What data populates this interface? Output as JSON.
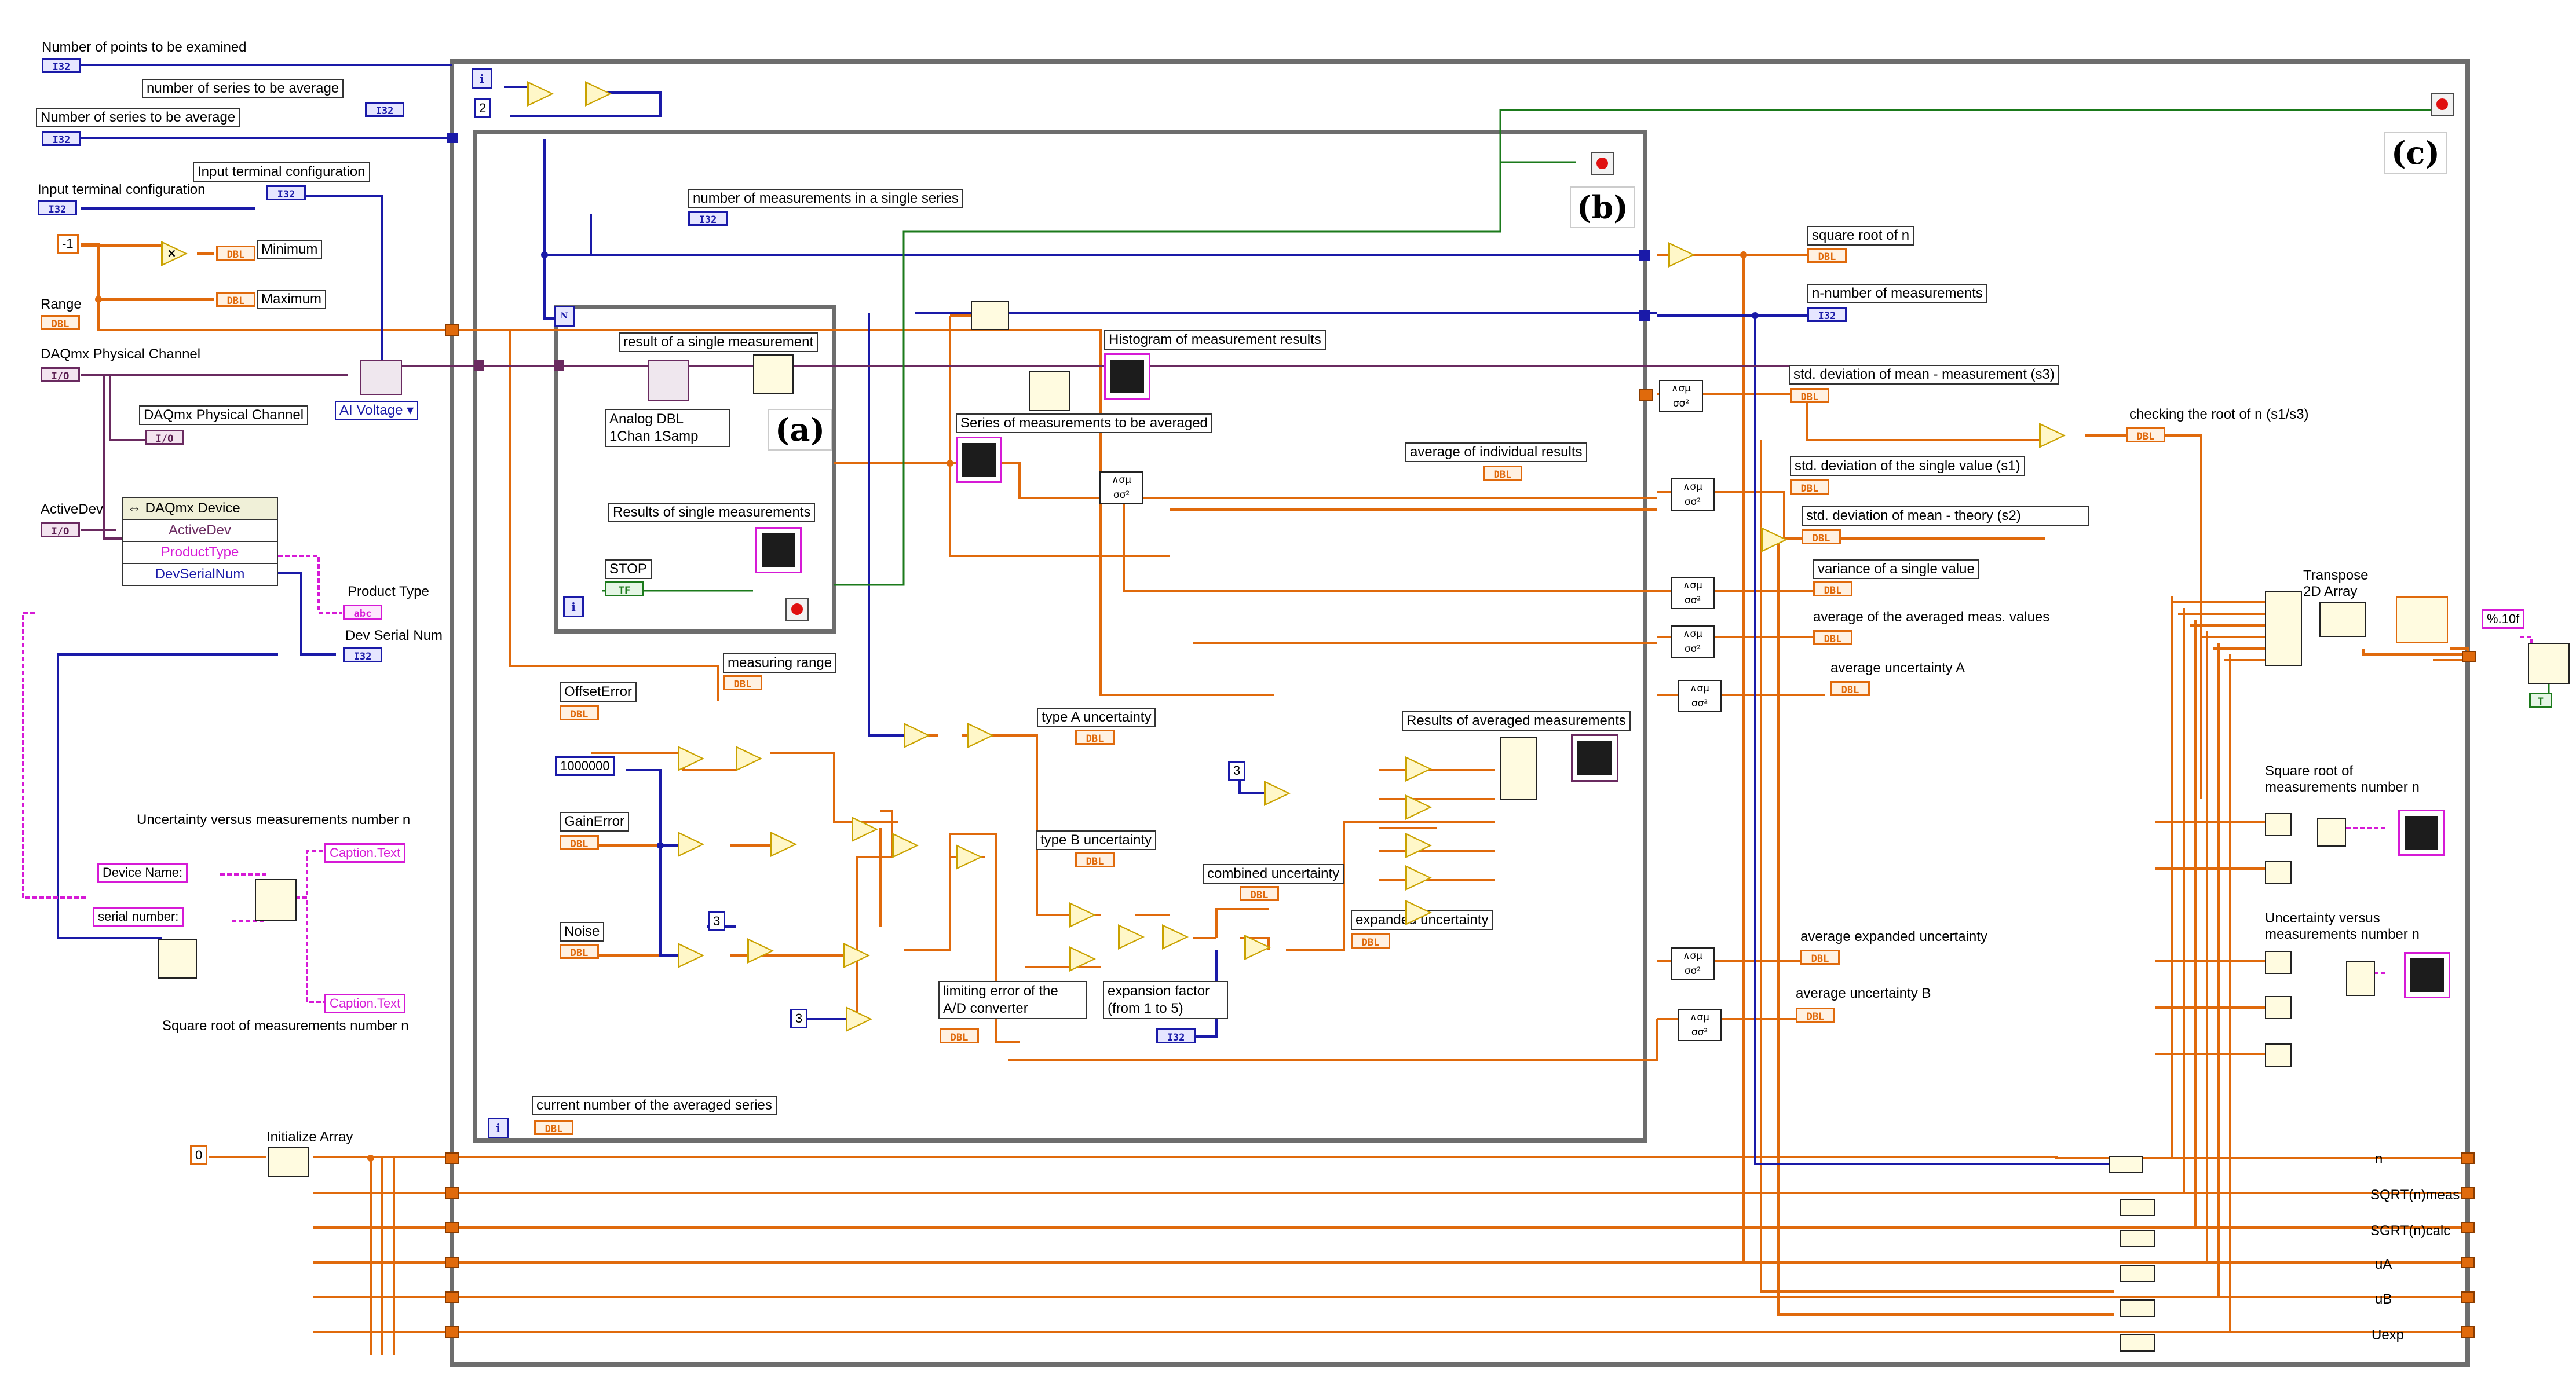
{
  "controls": {
    "num_points": "Number of points to be examined",
    "num_series_avg": "Number of series to be average",
    "num_series_avg_ind": "number of series to be average",
    "input_terminal_config": "Input terminal configuration",
    "input_terminal_config_ind": "Input terminal configuration",
    "minimum": "Minimum",
    "maximum": "Maximum",
    "range": "Range",
    "daqmx_channel": "DAQmx Physical Channel",
    "daqmx_channel_ind": "DAQmx Physical Channel",
    "ai_voltage": "AI Voltage",
    "active_dev": "ActiveDev",
    "product_type": "Product Type",
    "dev_serial_num": "Dev Serial Num"
  },
  "property_node": {
    "title": "DAQmx Device",
    "items": [
      "ActiveDev",
      "ProductType",
      "DevSerialNum"
    ]
  },
  "constants": {
    "minus_one": "-1",
    "two": "2",
    "three_a": "3",
    "three_b": "3",
    "three_c": "3",
    "zero": "0",
    "million": "1000000",
    "format": "%.10f",
    "device_name": "Device Name:",
    "serial_number": "serial number:",
    "caption1": "Caption.Text",
    "caption2": "Caption.Text",
    "uncert_vs_n": "Uncertainty versus measurements number n",
    "sqrt_meas_n": "Square root of measurements number n",
    "init_array": "Initialize Array",
    "transpose": "Transpose 2D Array"
  },
  "loop_a": {
    "tag": "(a)",
    "result_single": "result of a single measurement",
    "analog": "Analog DBL 1Chan 1Samp",
    "results_single": "Results of single measurements",
    "stop": "STOP"
  },
  "loop_b": {
    "tag": "(b)",
    "num_meas_single": "number of measurements in a single series",
    "histogram": "Histogram of measurement results",
    "series_avg": "Series of measurements to be averaged",
    "avg_individual": "average of individual results",
    "measuring_range": "measuring range",
    "offset_error": "OffsetError",
    "gain_error": "GainError",
    "noise": "Noise",
    "type_a": "type A uncertainty",
    "type_b": "type B uncertainty",
    "combined": "combined uncertainty",
    "expanded": "expanded uncertainty",
    "limiting_error": "limiting error of the A/D converter",
    "expansion_factor": "expansion factor (from 1 to 5)",
    "results_avg": "Results of averaged measurements",
    "current_num": "current number of the averaged series"
  },
  "loop_c": {
    "tag": "(c)",
    "sqrt_n": "square root of n",
    "n_meas": "n-number of measurements",
    "std_mean_meas": "std. deviation of mean - measurement (s3)",
    "checking_root": "checking the root of n (s1/s3)",
    "std_single": "std. deviation of the single value (s1)",
    "std_mean_theory": "std. deviation of mean -  theory (s2)",
    "variance_single": "variance of a single value",
    "avg_averaged": "average of the averaged meas. values",
    "avg_uncert_a": "average uncertainty A",
    "avg_expanded": "average expanded uncertainty",
    "avg_uncert_b": "average uncertainty B",
    "sqrt_meas_graph": "Square root of measurements number n",
    "uncert_vs_n_graph": "Uncertainty versus measurements number n",
    "transpose": "Transpose 2D Array",
    "outputs": [
      "n",
      "SQRT(n)meas",
      "SGRT(n)calc",
      "uA",
      "uB",
      "Uexp"
    ]
  },
  "terminal_types": {
    "i32": "I32",
    "dbl": "DBL",
    "io": "I/O",
    "str": "abc",
    "bool": "TF"
  },
  "colors": {
    "dbl_wire": "#e06a0c",
    "int_wire": "#1a1aa8",
    "string_wire": "#d61ad6",
    "bool_wire": "#1b7a1b",
    "io_wire": "#6a2a60"
  }
}
